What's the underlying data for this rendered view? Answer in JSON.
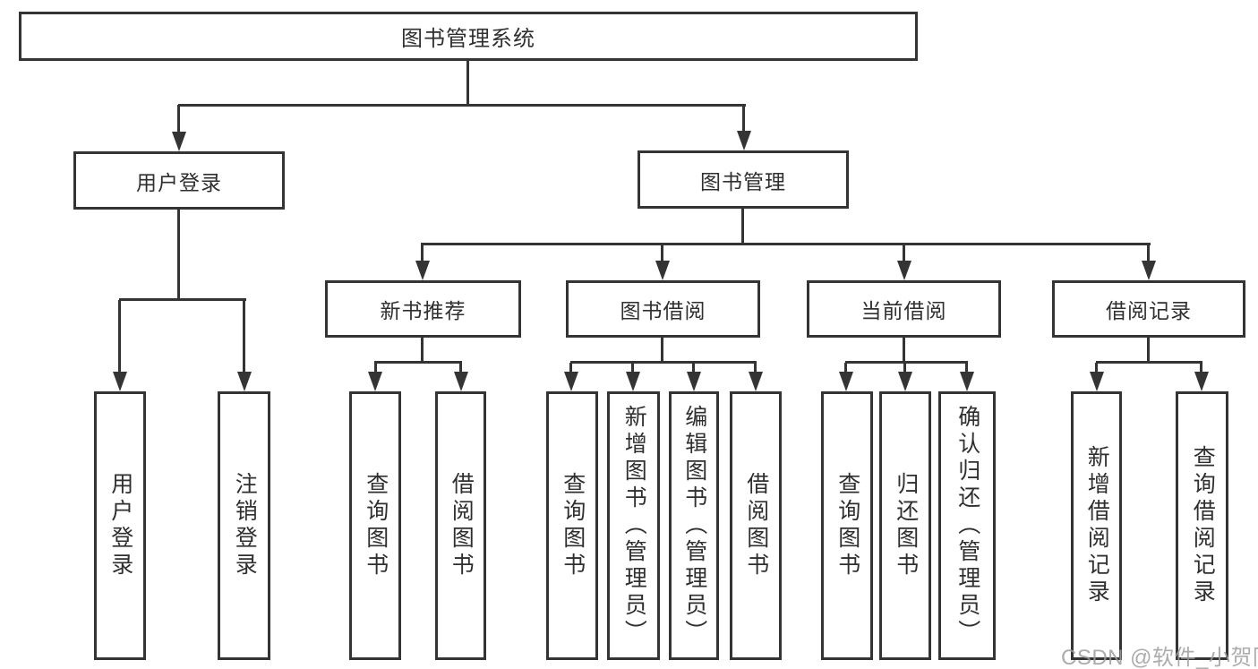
{
  "diagram": {
    "root": {
      "label": "图书管理系统"
    },
    "level2": {
      "user_login": {
        "label": "用户登录"
      },
      "book_mgmt": {
        "label": "图书管理"
      }
    },
    "level3": {
      "new_books": {
        "label": "新书推荐"
      },
      "book_borrow": {
        "label": "图书借阅"
      },
      "current_borrow": {
        "label": "当前借阅"
      },
      "borrow_records": {
        "label": "借阅记录"
      }
    },
    "leaves": {
      "user_login": {
        "label": "用户登录"
      },
      "logout": {
        "label": "注销登录"
      },
      "new_books_query": {
        "label": "查询图书"
      },
      "new_books_borrow": {
        "label": "借阅图书"
      },
      "borrow_query": {
        "label": "查询图书"
      },
      "borrow_add": {
        "label": "新增图书（管理员）"
      },
      "borrow_edit": {
        "label": "编辑图书（管理员）"
      },
      "borrow_borrow": {
        "label": "借阅图书"
      },
      "current_query": {
        "label": "查询图书"
      },
      "current_return": {
        "label": "归还图书"
      },
      "current_confirm": {
        "label": "确认归还（管理员）"
      },
      "records_add": {
        "label": "新增借阅记录"
      },
      "records_query": {
        "label": "查询借阅记录"
      }
    }
  },
  "watermark": {
    "text": "CSDN @软件_小贺同学"
  },
  "colors": {
    "line": "#343434",
    "text": "#2f2f2f",
    "watermark": "#9e9e9e",
    "background": "#ffffff"
  }
}
